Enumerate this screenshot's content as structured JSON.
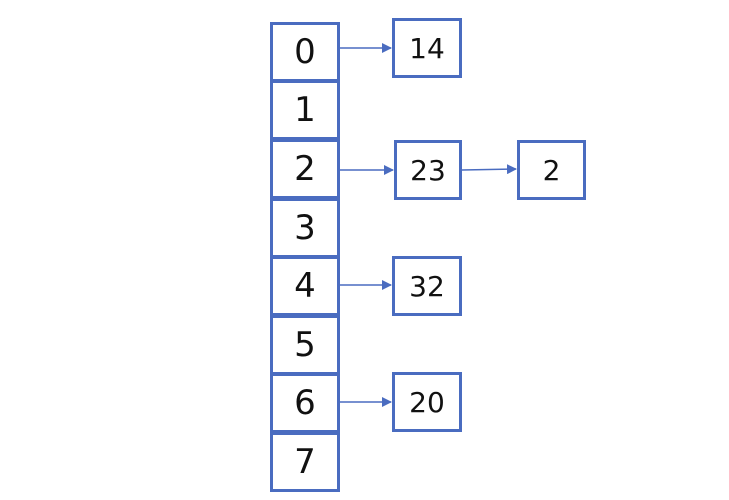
{
  "colors": {
    "stroke": "#4a6cc0",
    "text": "#111111",
    "background": "#ffffff"
  },
  "hash_table": {
    "slots": [
      "0",
      "1",
      "2",
      "3",
      "4",
      "5",
      "6",
      "7"
    ]
  },
  "chains": [
    {
      "slot": 0,
      "nodes": [
        "14"
      ]
    },
    {
      "slot": 2,
      "nodes": [
        "23",
        "2"
      ]
    },
    {
      "slot": 4,
      "nodes": [
        "32"
      ]
    },
    {
      "slot": 6,
      "nodes": [
        "20"
      ]
    }
  ]
}
